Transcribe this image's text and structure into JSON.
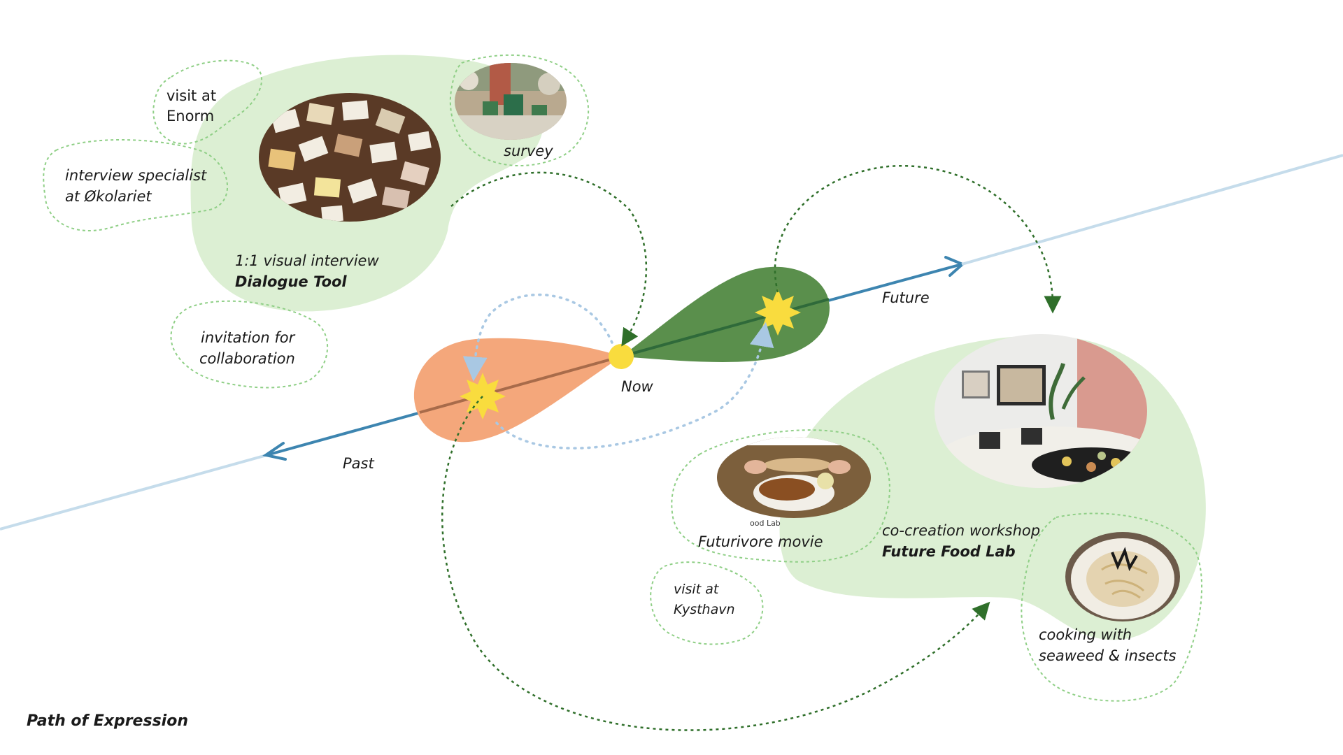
{
  "title": "Path of Expression",
  "timeline": {
    "now": "Now",
    "past": "Past",
    "future": "Future"
  },
  "activities": {
    "visit_enorm": [
      "visit at",
      "Enorm"
    ],
    "interview_specialist": [
      "interview specialist",
      "at Økolariet"
    ],
    "survey": "survey",
    "dialogue_tool": {
      "subtitle": "1:1 visual interview",
      "name": "Dialogue Tool"
    },
    "invitation": [
      "invitation for",
      "collaboration"
    ],
    "futurivore_movie": "Futurivore movie",
    "visit_kysthavn": [
      "visit at",
      "Kysthavn"
    ],
    "future_food_lab": {
      "subtitle": "co-creation workshop",
      "name": "Future Food Lab"
    },
    "cooking": [
      "cooking with",
      "seaweed  & insects"
    ]
  },
  "photo_captions": {
    "movie_crop": "ood Lab"
  },
  "colors": {
    "past_blob": "#f4a77b",
    "future_blob": "#5a8f4c",
    "activity_blob": "#dcefd3",
    "dashed_outline": "#8fcf86",
    "timeline_dark": "#3d85b0",
    "timeline_light": "#c5dceb",
    "star": "#f9dc3e",
    "arrow_dotted_green": "#2f6f2a",
    "arrow_dotted_blue": "#a9c8e3"
  }
}
